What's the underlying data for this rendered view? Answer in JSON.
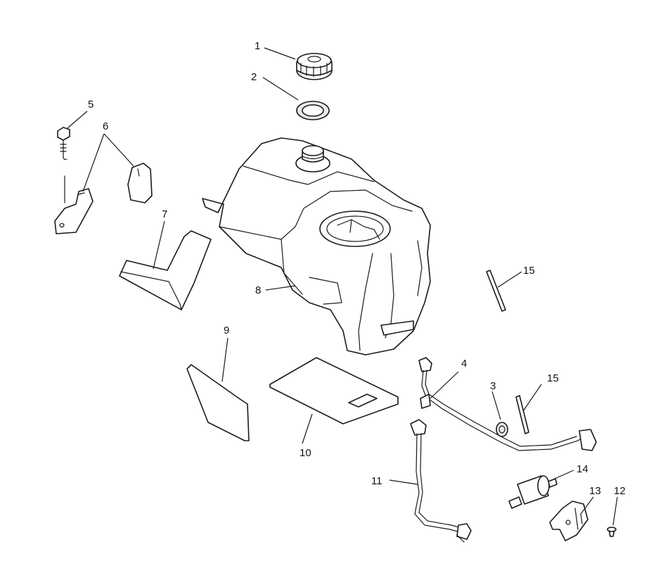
{
  "callouts": [
    {
      "id": "c1",
      "label": "1"
    },
    {
      "id": "c2",
      "label": "2"
    },
    {
      "id": "c3",
      "label": "3"
    },
    {
      "id": "c4",
      "label": "4"
    },
    {
      "id": "c5",
      "label": "5"
    },
    {
      "id": "c6",
      "label": "6"
    },
    {
      "id": "c7",
      "label": "7"
    },
    {
      "id": "c8",
      "label": "8"
    },
    {
      "id": "c9",
      "label": "9"
    },
    {
      "id": "c10",
      "label": "10"
    },
    {
      "id": "c11",
      "label": "11"
    },
    {
      "id": "c12",
      "label": "12"
    },
    {
      "id": "c13",
      "label": "13"
    },
    {
      "id": "c14",
      "label": "14"
    },
    {
      "id": "c15a",
      "label": "15"
    },
    {
      "id": "c15b",
      "label": "15"
    }
  ]
}
